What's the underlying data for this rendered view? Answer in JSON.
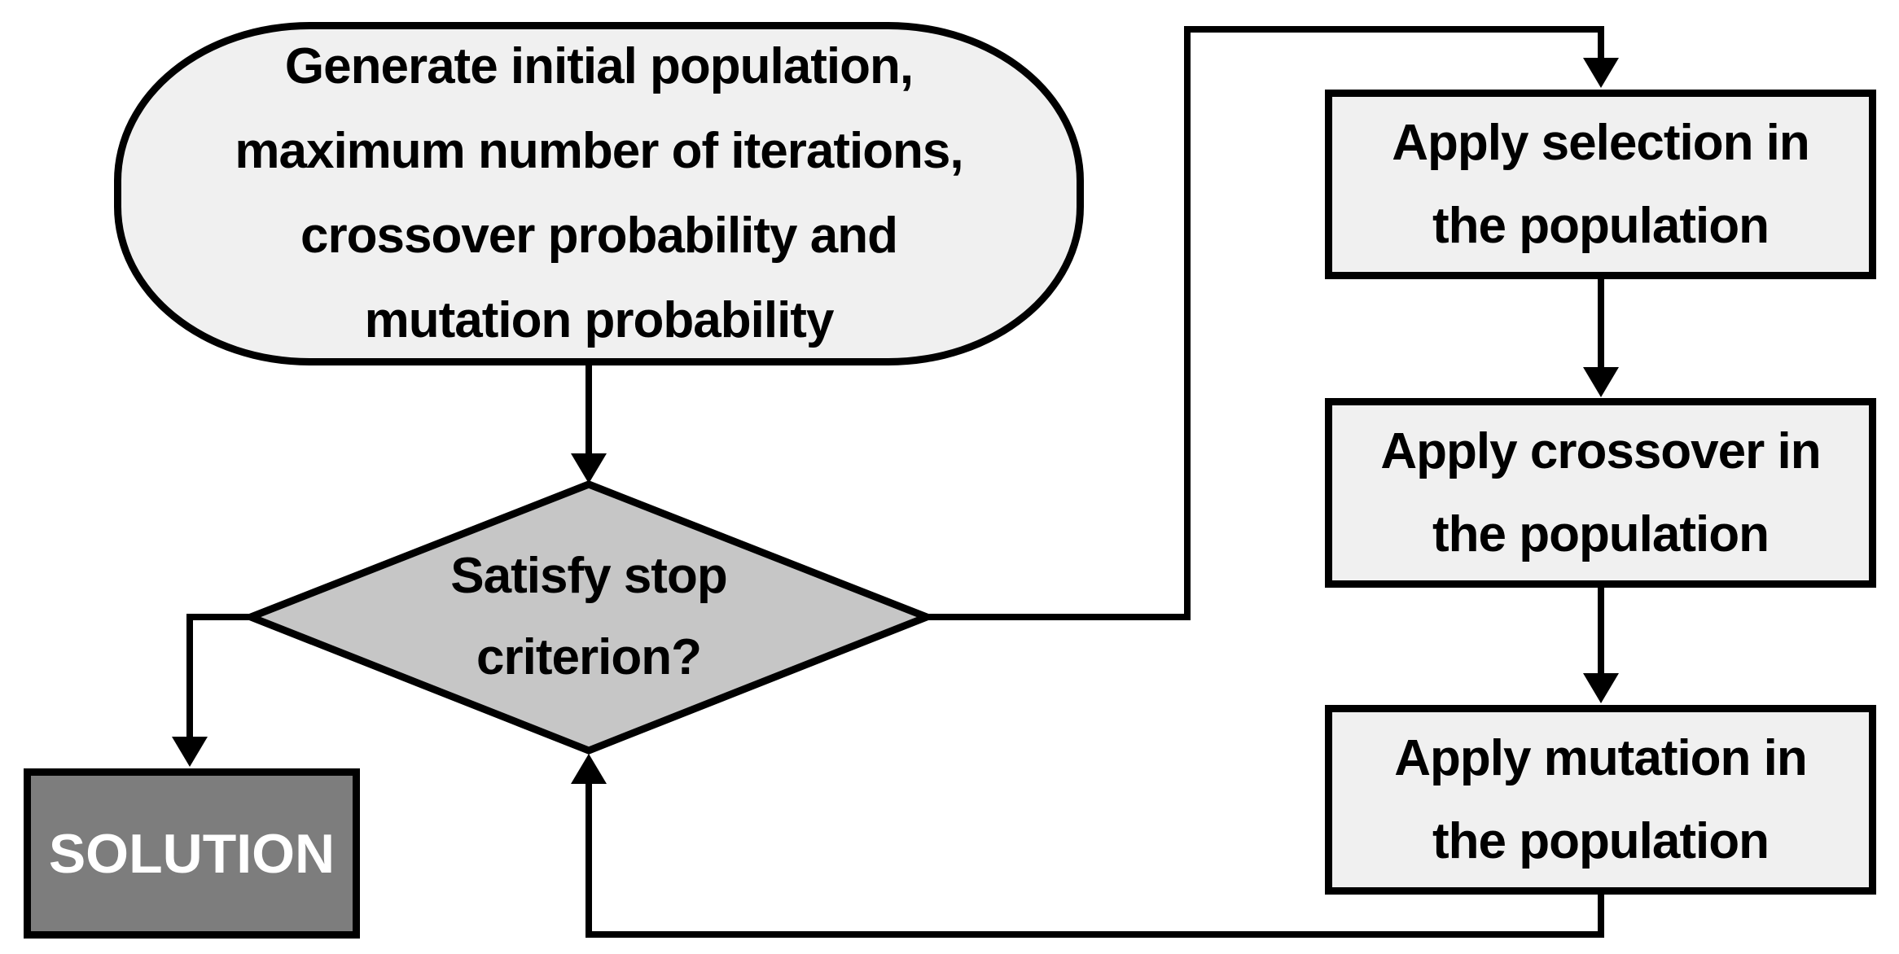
{
  "colors": {
    "stroke": "#000000",
    "process_fill": "#f0f0f0",
    "decision_fill": "#c6c6c6",
    "solution_fill": "#7d7d7d",
    "solution_text": "#ffffff",
    "text": "#000000",
    "bg": "#ffffff"
  },
  "nodes": {
    "terminator": {
      "lines": [
        "Generate initial population,",
        "maximum number of iterations,",
        "crossover probability and",
        "mutation probability"
      ]
    },
    "decision": {
      "lines": [
        "Satisfy stop",
        "criterion?"
      ]
    },
    "solution": {
      "label": "SOLUTION"
    },
    "selection": {
      "lines": [
        "Apply selection in",
        "the population"
      ]
    },
    "crossover": {
      "lines": [
        "Apply crossover in",
        "the population"
      ]
    },
    "mutation": {
      "lines": [
        "Apply mutation in",
        "the population"
      ]
    }
  }
}
